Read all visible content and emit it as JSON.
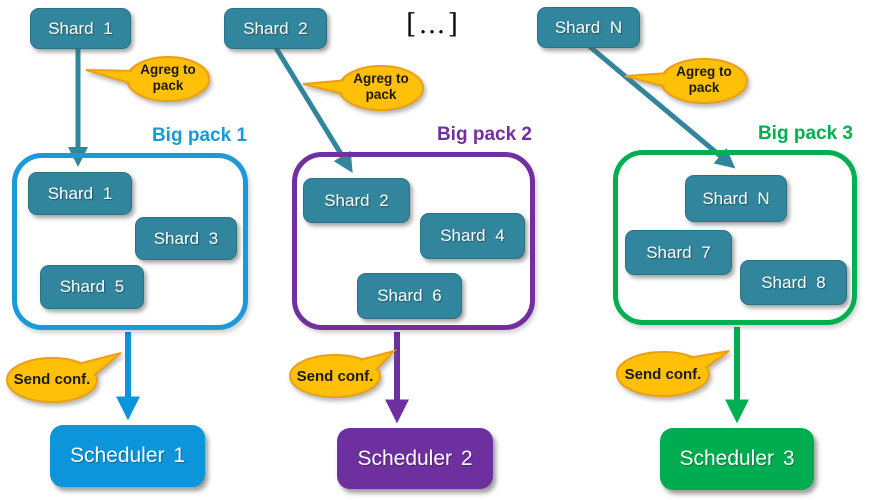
{
  "labels": {
    "agreg_line1": "Agreg to",
    "agreg_line2": "pack",
    "send_conf": "Send conf."
  },
  "ellipsis": "[…]",
  "top_shards": [
    "Shard 1",
    "Shard 2",
    "Shard N"
  ],
  "packs": [
    {
      "title": "Big pack 1",
      "shards": [
        "Shard 1",
        "Shard 3",
        "Shard 5"
      ],
      "scheduler": "Scheduler 1",
      "color": "#1b9ad8"
    },
    {
      "title": "Big pack 2",
      "shards": [
        "Shard 2",
        "Shard 4",
        "Shard 6"
      ],
      "scheduler": "Scheduler 2",
      "color": "#7030a0"
    },
    {
      "title": "Big pack 3",
      "shards": [
        "Shard N",
        "Shard 7",
        "Shard 8"
      ],
      "scheduler": "Scheduler 3",
      "color": "#00b050"
    }
  ],
  "colors": {
    "shard_teal": "#31859C",
    "bubble_orange": "#FFC007",
    "bubble_border": "#EB9F17",
    "pack1_blue": "#1b9ad8",
    "pack2_purple": "#7030a0",
    "pack3_green": "#00b050",
    "scheduler1_blue": "#0c95db",
    "scheduler2_purple": "#6e2f9f",
    "scheduler3_green": "#00ac50"
  }
}
